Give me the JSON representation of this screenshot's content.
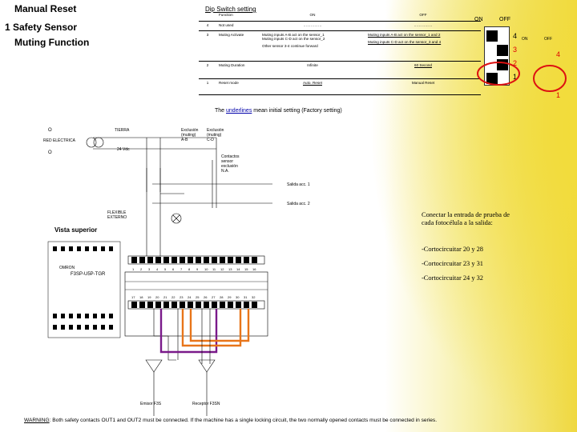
{
  "titles": {
    "manual_reset": "Manual Reset",
    "safety_sensor": "1 Safety Sensor",
    "muting_function": "Muting Function"
  },
  "dip": {
    "heading": "Dip Switch setting",
    "head": {
      "function": "Function",
      "on": "ON",
      "off": "OFF"
    },
    "rows": [
      {
        "num": "4",
        "function": "Not used",
        "on": "……………",
        "off": "……………"
      },
      {
        "num": "3",
        "function": "Muting Activate",
        "on": [
          "Muting inputs A-B act on the sensor_1",
          "Muting inputs C-D act on the sensor_2",
          "Other sensor 3-4 continue forward"
        ],
        "off": [
          "Muting inputs A-B act on the sensor_1 and 2",
          "Muting inputs C-D act on the sensor_3 and 4"
        ]
      },
      {
        "num": "2",
        "function": "Muting Duration",
        "on": "Infinite",
        "off": "60 Second"
      },
      {
        "num": "1",
        "function": "Reset mode",
        "on": "Auto. Reset",
        "off": "Manual Reset"
      }
    ]
  },
  "switch": {
    "on": "ON",
    "off": "OFF",
    "on_small": "ON",
    "off_small": "OFF",
    "digits": [
      "4",
      "3",
      "2",
      "1"
    ],
    "red_digits": [
      "4",
      "1"
    ]
  },
  "note": {
    "pre": "The ",
    "underlines": "underlines",
    "post": " mean initial setting (Factory setting)"
  },
  "wiring": {
    "red_electrica": "RED ELÉCTRICA",
    "tierra": "TIERRA",
    "v24": "24 Vdc",
    "exclusion_ab": [
      "Exclusión",
      "(muting)",
      "A-B"
    ],
    "exclusion_cd": [
      "Exclusión",
      "(muting)",
      "C-D"
    ],
    "contactos": [
      "Contactos",
      "sensor",
      "exclusión",
      "N.A."
    ],
    "salida1": "Salida acc. 1",
    "salida2": "Salida acc. 2",
    "flexible": [
      "FLEXIBLE",
      "EXTERNO"
    ],
    "vista": "Vista superior",
    "model": "F3SP-U5P-TGR",
    "brand": "OMRON",
    "sensor1": "Emisor F3S",
    "sensor2": "Receptor F3SN",
    "terminals_top": [
      "1",
      "2",
      "3",
      "4",
      "5",
      "6",
      "7",
      "8",
      "9",
      "10",
      "11",
      "12",
      "13",
      "14",
      "15",
      "16"
    ],
    "terminals_bottom": [
      "17",
      "18",
      "19",
      "20",
      "21",
      "22",
      "23",
      "24",
      "25",
      "26",
      "27",
      "28",
      "29",
      "30",
      "31",
      "32"
    ]
  },
  "spanish": {
    "intro": "Conectar la entrada de prueba de cada fotocélula a la salida:",
    "lines": [
      "-Cortocircuitar 20 y 28",
      "-Cortocircuitar 23 y 31",
      "-Cortocircuitar 24 y 32"
    ]
  },
  "warning": {
    "label": "WARNING",
    "text": ": Both safety contacts OUT1 and OUT2 must be connected. If the machine has a single locking circuit, the two normally opened contacts must be connected in series."
  },
  "colors": {
    "purple": "#7a1a8a",
    "orange": "#e8751a",
    "red": "#dd1111",
    "yellow": "#efd840"
  }
}
